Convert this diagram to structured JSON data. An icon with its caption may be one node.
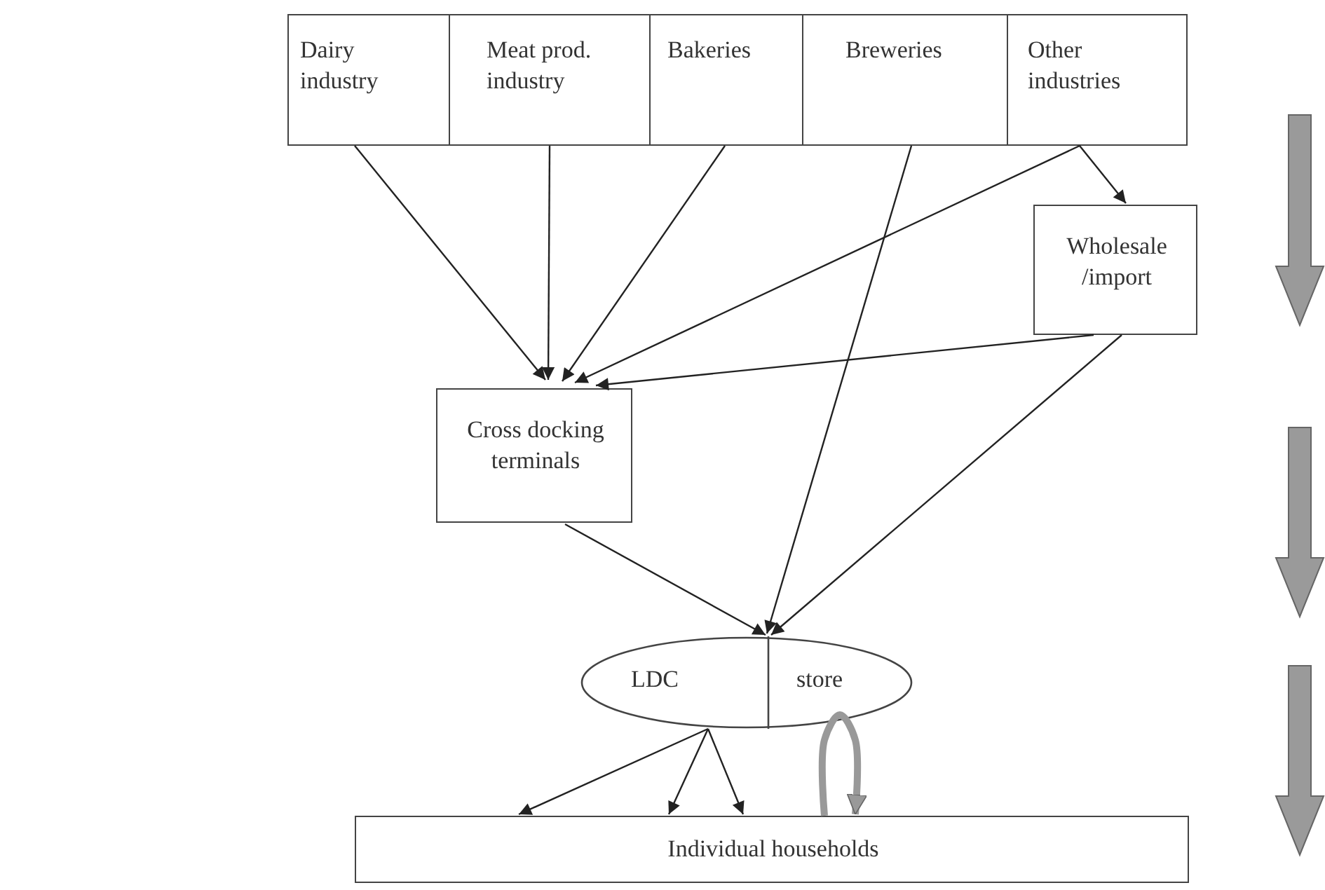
{
  "diagram": {
    "nodes": [
      {
        "text": [
          "Dairy industry"
        ]
      },
      {
        "text": [
          "Meat prod. industry"
        ]
      },
      {
        "text": [
          "Bakeries"
        ]
      },
      {
        "text": [
          "Breweries"
        ]
      },
      {
        "text": [
          "Other industries"
        ]
      },
      {
        "text": [
          "Wholesale /import"
        ]
      },
      {
        "text": [
          "Cross docking terminals"
        ]
      },
      {
        "text": [
          "LDC",
          "store"
        ]
      },
      {
        "text": [
          "Individual households"
        ]
      }
    ],
    "edges": [
      {
        "from": 0,
        "to": 6,
        "arrow": "to"
      },
      {
        "from": 1,
        "to": 6,
        "arrow": "to"
      },
      {
        "from": 2,
        "to": 6,
        "arrow": "to"
      },
      {
        "from": 4,
        "to": 6,
        "arrow": "to"
      },
      {
        "from": 4,
        "to": 5,
        "arrow": "to"
      },
      {
        "from": 5,
        "to": 6,
        "arrow": "to"
      },
      {
        "from": 3,
        "to": 7,
        "arrow": "to"
      },
      {
        "from": 6,
        "to": 7,
        "arrow": "to"
      },
      {
        "from": 5,
        "to": 7,
        "arrow": "to"
      },
      {
        "from": 7,
        "to": 8,
        "arrow": "to"
      },
      {
        "from": 7,
        "to": 8,
        "arrow": "to"
      },
      {
        "from": 7,
        "to": 8,
        "arrow": "to"
      },
      {
        "from": 8,
        "to": 8,
        "arrow": "to",
        "style": "thick",
        "color": "#999999"
      }
    ]
  }
}
